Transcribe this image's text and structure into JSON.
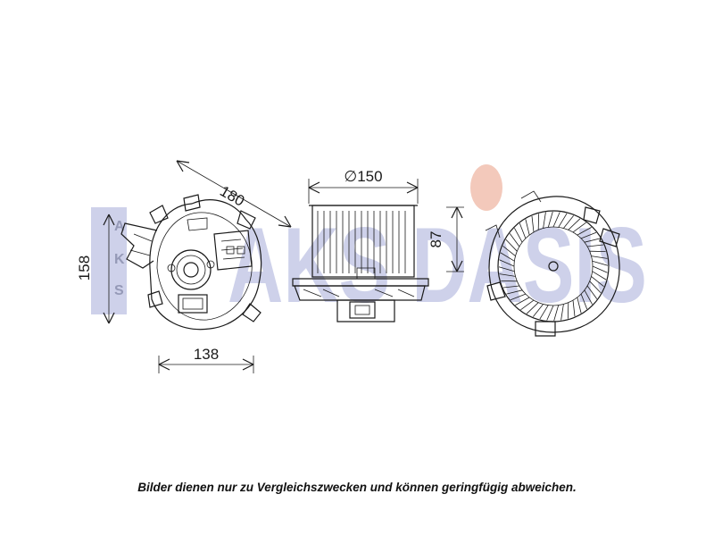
{
  "watermark": {
    "text": "AKS DASIS",
    "small_letters": [
      "A",
      "K",
      "S"
    ],
    "color_main": "#c9cde8",
    "color_accent": "#f2c4b4"
  },
  "dimensions": {
    "diagonal": "180",
    "height_left": "158",
    "width_bottom": "138",
    "diameter": "∅150",
    "height_side": "87"
  },
  "caption": "Bilder dienen nur zu Vergleichszwecken und können geringfügig abweichen."
}
